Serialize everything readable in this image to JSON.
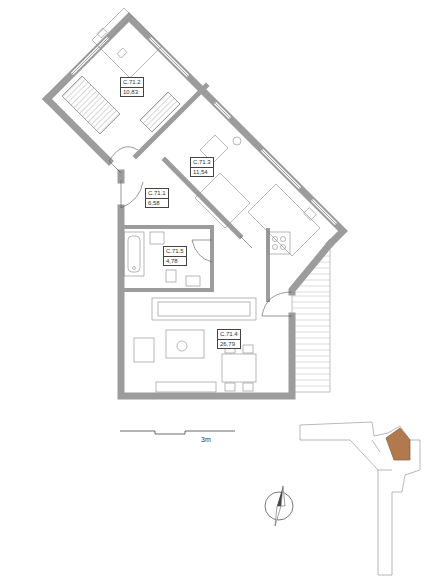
{
  "diagram": {
    "nodes": [
      {
        "text": [
          "C.71.2",
          "10,83"
        ]
      },
      {
        "text": [
          "C.71.3",
          "11,54"
        ]
      },
      {
        "text": [
          "C.71.1",
          "6,58"
        ]
      },
      {
        "text": [
          "C.71.5",
          "4,78"
        ]
      },
      {
        "text": [
          "C.71.4",
          "26,79"
        ]
      }
    ],
    "labels": [
      "3m"
    ]
  }
}
